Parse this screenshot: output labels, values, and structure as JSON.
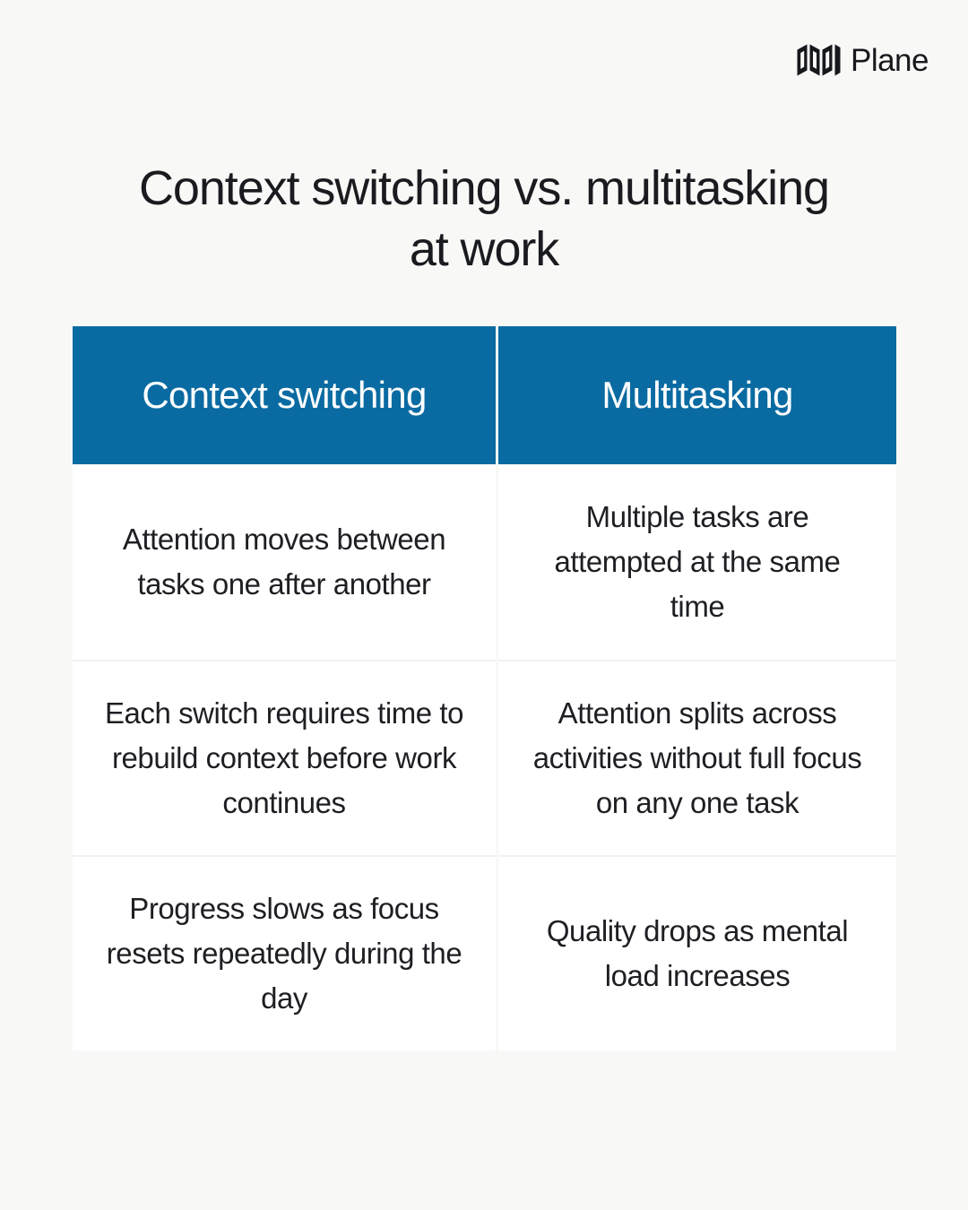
{
  "brand": {
    "name": "Plane",
    "logo_icon": "plane-logo-icon"
  },
  "title": "Context switching vs. multitasking at work",
  "colors": {
    "background": "#f8f8f7",
    "header_blue": "#0a6ba2",
    "cell_background": "#ffffff",
    "text": "#1d1f23",
    "header_text": "#ffffff",
    "divider": "#f1f1f0"
  },
  "table": {
    "headers": [
      "Context switching",
      "Multitasking"
    ],
    "rows": [
      [
        "Attention moves between tasks one after another",
        "Multiple tasks are attempted at the same time"
      ],
      [
        "Each switch requires time to rebuild context before work continues",
        "Attention splits across activities without full focus on any one task"
      ],
      [
        "Progress slows as focus resets repeatedly during the day",
        "Quality drops as mental load increases"
      ]
    ]
  }
}
